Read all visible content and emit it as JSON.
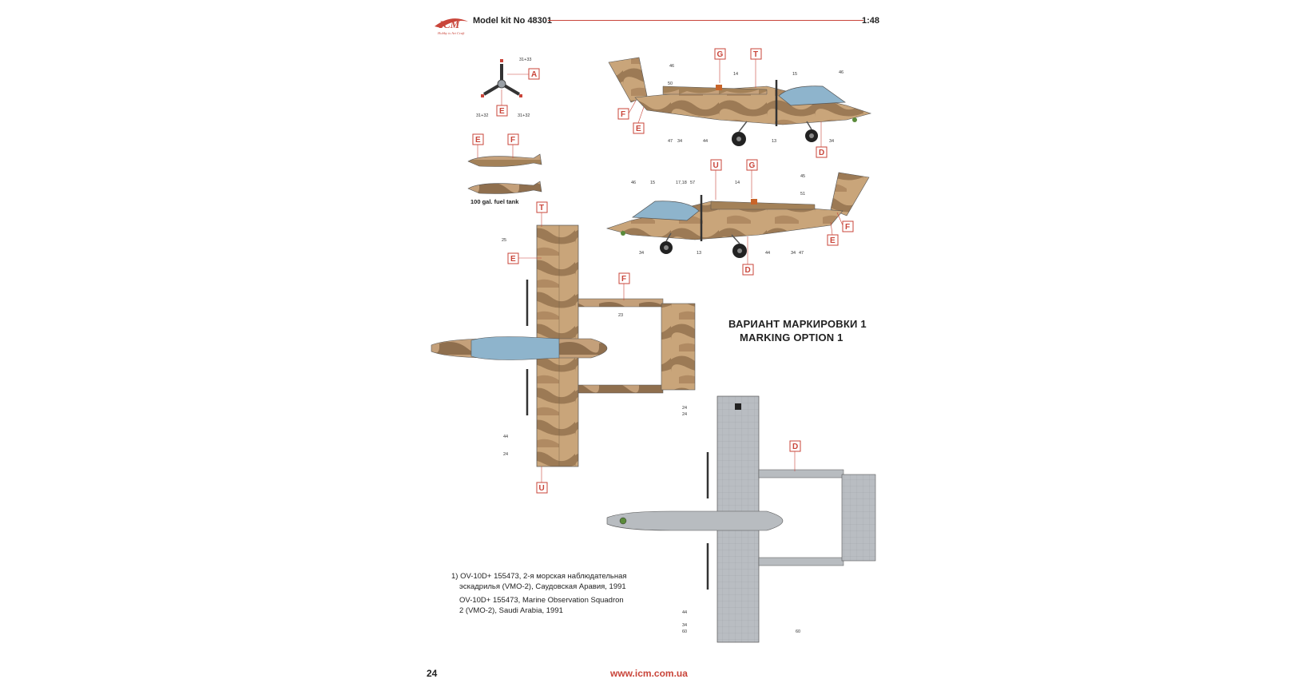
{
  "header": {
    "kit_label": "Model kit No 48301",
    "scale": "1:48",
    "logo_text": "ICM",
    "logo_tagline": "Hobby is Art Craft"
  },
  "marking": {
    "title_ru": "ВАРИАНТ МАРКИРОВКИ 1",
    "title_en": "MARKING OPTION 1"
  },
  "description": {
    "ru_line1": "1) OV-10D+ 155473, 2-я морская наблюдательная",
    "ru_line2": "эскадрилья (VMO-2), Саудовская Аравия, 1991",
    "en_line1": "OV-10D+ 155473, Marine Observation Squadron",
    "en_line2": "2 (VMO-2), Saudi Arabia, 1991"
  },
  "fuel_tank_label": "100 gal. fuel tank",
  "footer": {
    "page_number": "24",
    "url": "www.icm.com.ua"
  },
  "callouts": {
    "propeller": [
      "A",
      "E"
    ],
    "fuel_tank": [
      "E",
      "F"
    ],
    "side_left": [
      "G",
      "T",
      "F",
      "E",
      "D"
    ],
    "side_right": [
      "U",
      "G",
      "F",
      "E",
      "D"
    ],
    "top_view": [
      "T",
      "E",
      "F",
      "U"
    ],
    "bottom_view": [
      "D"
    ]
  },
  "decal_numbers": {
    "propeller": [
      "31+33",
      "31+32",
      "31+32"
    ],
    "side_left": [
      "46",
      "50",
      "14",
      "15",
      "46",
      "47",
      "34",
      "44",
      "13",
      "34"
    ],
    "side_right": [
      "46",
      "15",
      "17,18",
      "57",
      "14",
      "45",
      "51",
      "34",
      "13",
      "44",
      "34",
      "47"
    ],
    "top_view": [
      "25",
      "23",
      "44",
      "24"
    ],
    "bottom_view": [
      "24",
      "24",
      "44",
      "34",
      "60",
      "60"
    ]
  },
  "colors": {
    "accent_red": "#c9453a",
    "camo_tan": "#c9a57a",
    "camo_brown": "#9c7a55",
    "canopy_blue": "#8eb4cc",
    "underside_grey": "#b8bcc0"
  }
}
